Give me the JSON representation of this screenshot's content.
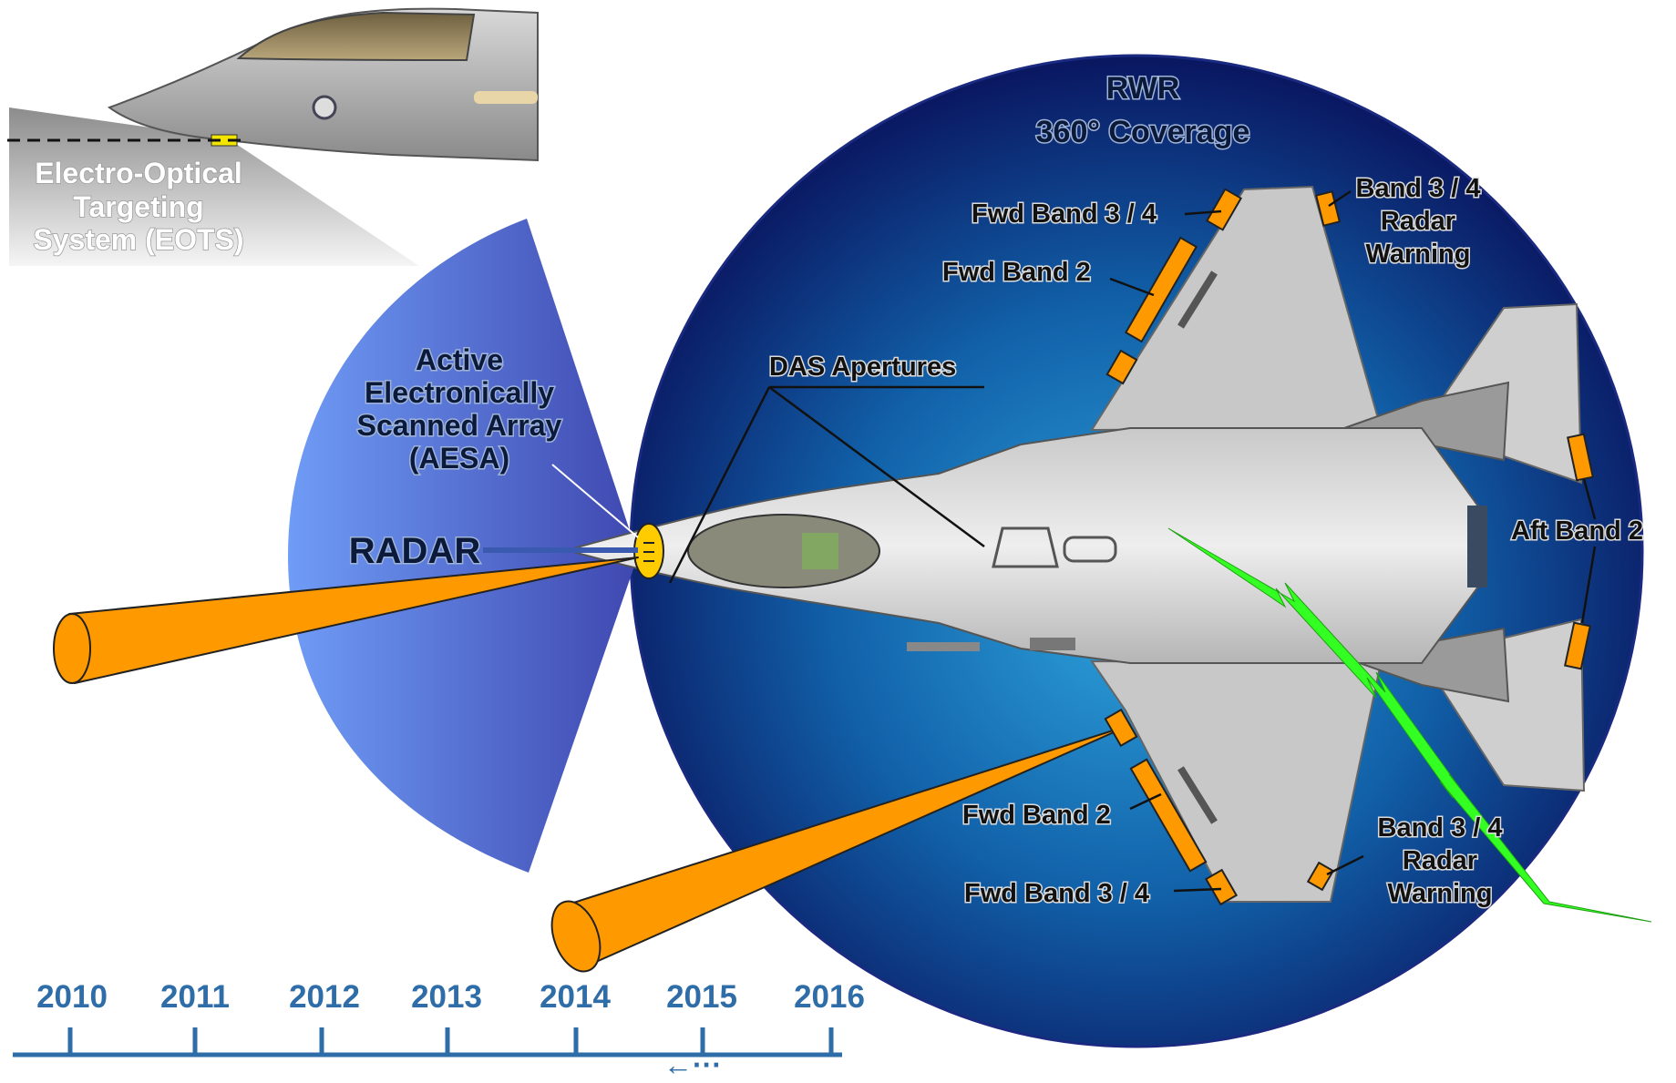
{
  "labels": {
    "rwr_line1": "RWR",
    "rwr_line2": "360° Coverage",
    "eots_line1": "Electro-Optical",
    "eots_line2": "Targeting",
    "eots_line3": "System (EOTS)",
    "aesa_line1": "Active",
    "aesa_line2": "Electronically",
    "aesa_line3": "Scanned Array",
    "aesa_line4": "(AESA)",
    "radar": "RADAR",
    "das": "DAS Apertures",
    "fwd_b34_top": "Fwd Band 3 / 4",
    "fwd_b2_top": "Fwd Band 2",
    "b34_rw_top_1": "Band 3 / 4",
    "b34_rw_top_2": "Radar",
    "b34_rw_top_3": "Warning",
    "aft_b2": "Aft Band 2",
    "fwd_b2_bot": "Fwd Band 2",
    "fwd_b34_bot": "Fwd Band 3 / 4",
    "b34_rw_bot_1": "Band 3 / 4",
    "b34_rw_bot_2": "Radar",
    "b34_rw_bot_3": "Warning"
  },
  "timeline": {
    "years": [
      "2010",
      "2011",
      "2012",
      "2013",
      "2014",
      "2015",
      "2016"
    ],
    "arrow": "←···"
  },
  "colors": {
    "rwr_circle_center": "#1a8fd0",
    "rwr_circle_edge": "#0a1660",
    "aesa_fan": "#6f92f0",
    "radar_beam": "#ff9900",
    "green_signal": "#33ff22",
    "timeline": "#2f6da8"
  }
}
